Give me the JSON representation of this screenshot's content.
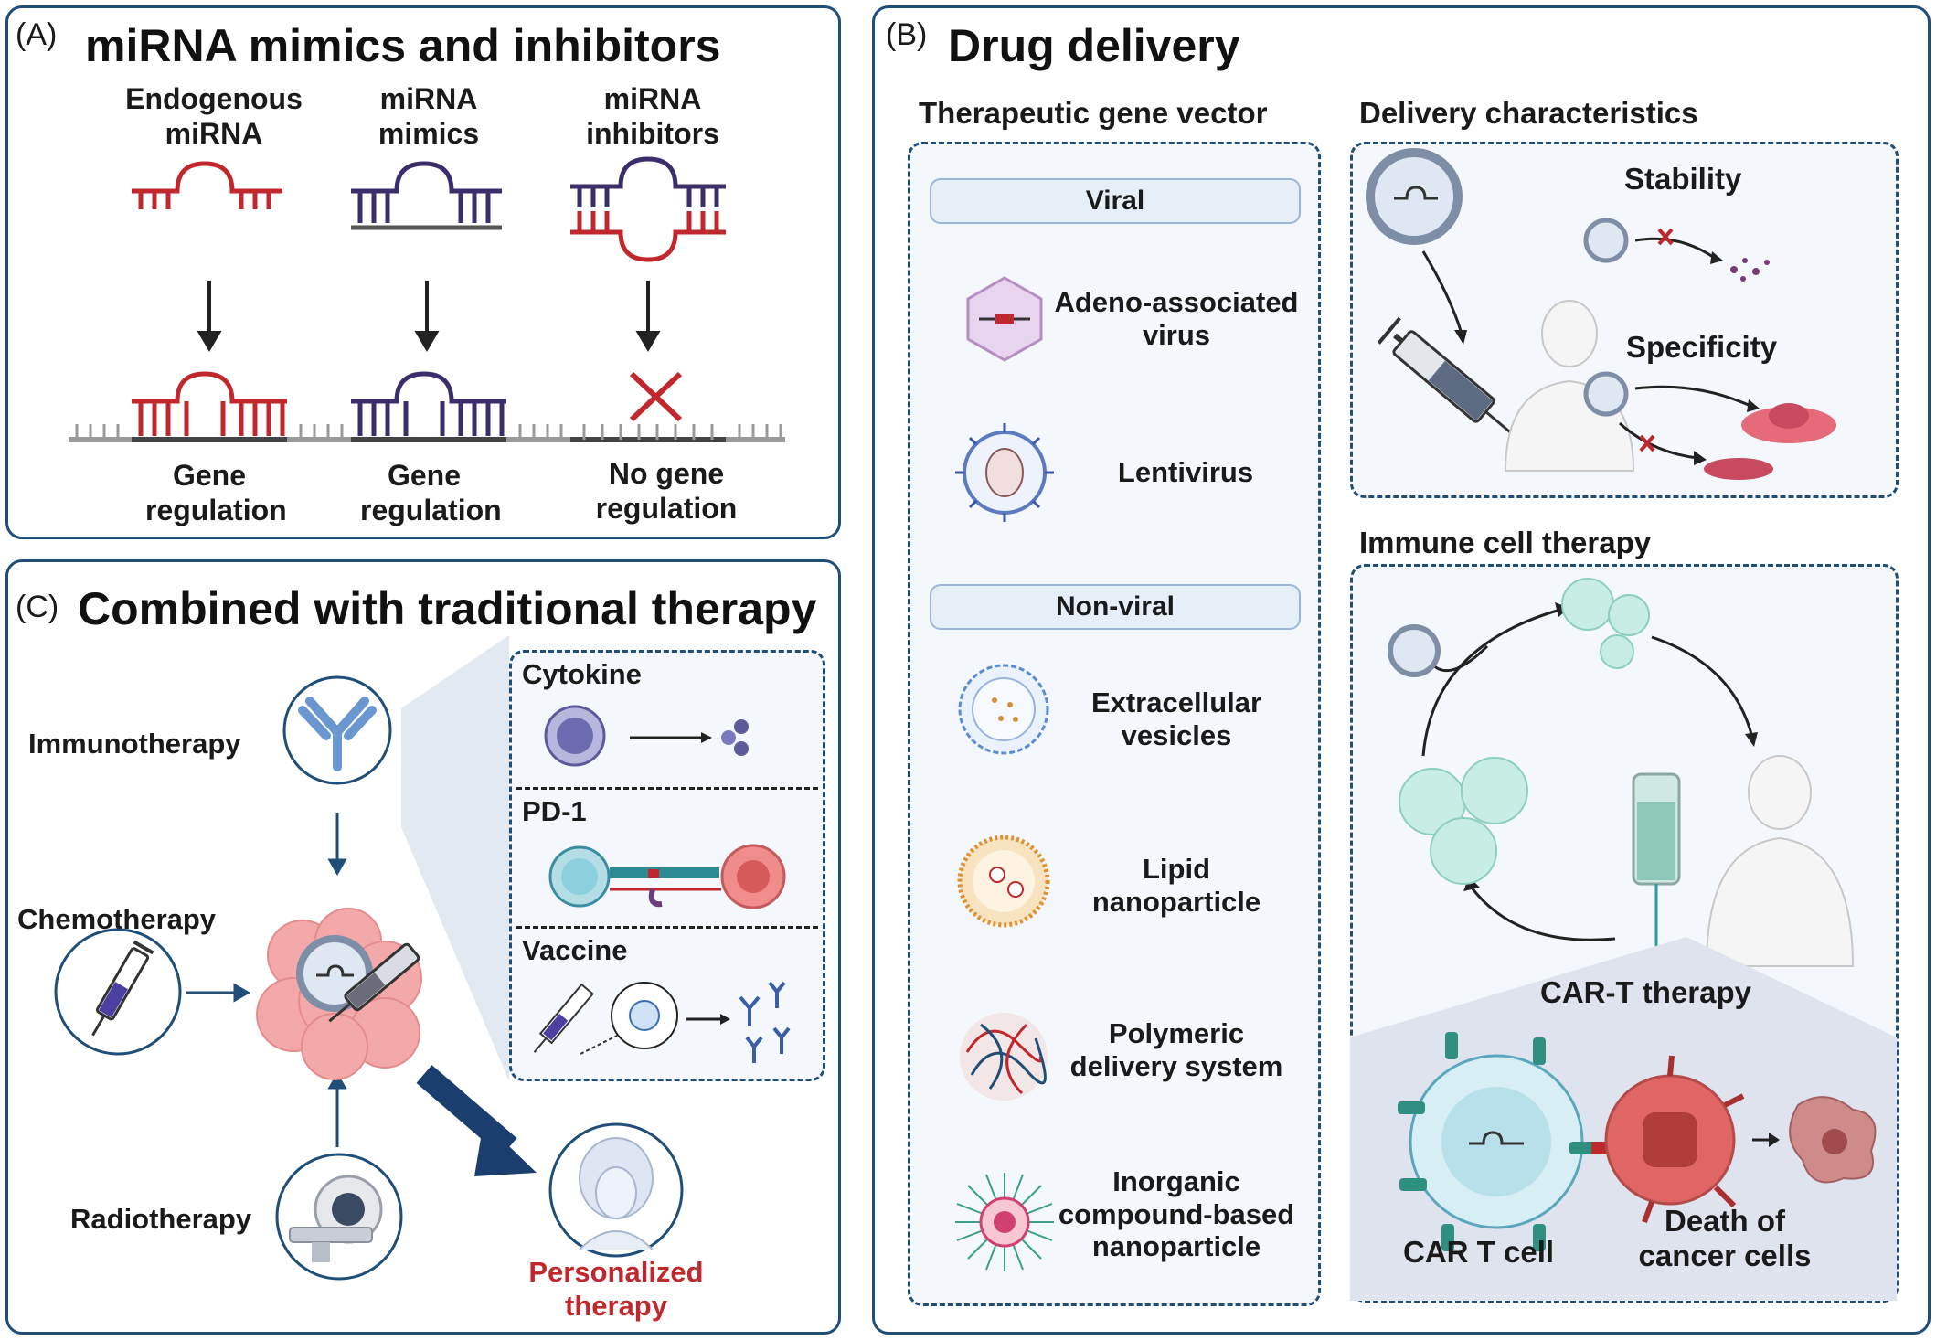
{
  "panelA": {
    "tag": "(A)",
    "title": "miRNA mimics and inhibitors",
    "columns": [
      {
        "top": "Endogenous miRNA",
        "bottom": "Gene regulation"
      },
      {
        "top": "miRNA mimics",
        "bottom": "Gene regulation"
      },
      {
        "top": "miRNA inhibitors",
        "bottom": "No gene regulation"
      }
    ],
    "colors": {
      "endogenous": "#c0282d",
      "mimic": "#3b2e6b",
      "target": "#555555"
    }
  },
  "panelB": {
    "tag": "(B)",
    "title": "Drug delivery",
    "vector_header": "Therapeutic gene vector",
    "viral_label": "Viral",
    "nonviral_label": "Non-viral",
    "viral_items": [
      "Adeno-associated virus",
      "Lentivirus"
    ],
    "nonviral_items": [
      "Extracellular vesicles",
      "Lipid nanoparticle",
      "Polymeric delivery system",
      "Inorganic compound-based nanoparticle"
    ],
    "delivery_header": "Delivery characteristics",
    "stability": "Stability",
    "specificity": "Specificity",
    "immune_header": "Immune cell therapy",
    "cart_title": "CAR-T therapy",
    "cart_cell": "CAR T cell",
    "cancer_death": "Death of cancer cells"
  },
  "panelC": {
    "tag": "(C)",
    "title": "Combined with traditional therapy",
    "immunotherapy": "Immunotherapy",
    "chemotherapy": "Chemotherapy",
    "radiotherapy": "Radiotherapy",
    "personalized": "Personalized therapy",
    "boxes": [
      "Cytokine",
      "PD-1",
      "Vaccine"
    ],
    "accent": "#c0282d"
  }
}
